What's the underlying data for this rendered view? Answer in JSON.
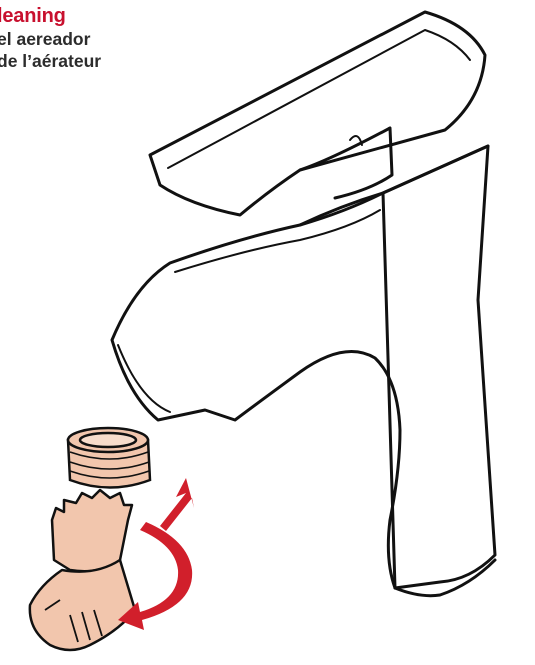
{
  "heading": {
    "title": "leaning",
    "line_es": "el aereador",
    "line_fr": "de l’aérateur"
  },
  "colors": {
    "title_red": "#c8102e",
    "text_dark": "#2c2c2c",
    "arrow_red": "#d11f2b",
    "part_copper": "#f2c6ad",
    "outline": "#111111"
  },
  "illustration": {
    "subject": "faucet-aerator-removal",
    "icons": [
      "faucet-icon",
      "aerator-icon",
      "aerator-key-icon",
      "down-arrow-icon",
      "rotate-arrow-icon"
    ]
  }
}
